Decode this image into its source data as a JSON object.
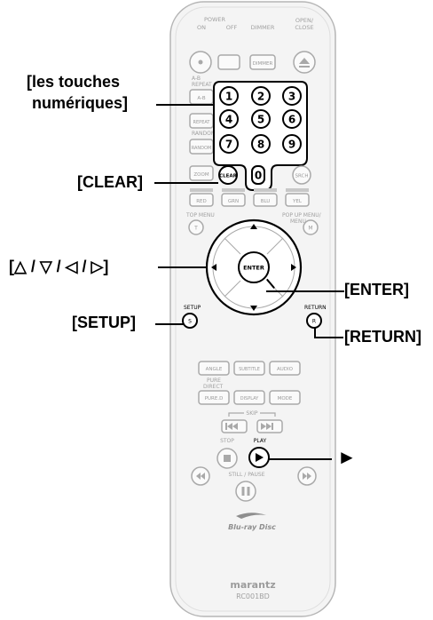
{
  "callouts": {
    "numeric_line1": "[les touches",
    "numeric_line2": "numériques]",
    "clear": "[CLEAR]",
    "arrows": "[△ / ▽ / ◁ / ▷]",
    "enter": "[ENTER]",
    "setup": "[SETUP]",
    "return": "[RETURN]",
    "play": "►"
  },
  "remote": {
    "row1_captions": [
      "ON",
      "POWER",
      "OFF",
      "DIMMER",
      "OPEN/",
      "CLOSE"
    ],
    "dimmer_button": "DIMMER",
    "ab_caption": "A-B",
    "repeat_caption": "REPEAT",
    "ab_button": "A-B",
    "repeat_button": "REPEAT",
    "random_caption": "RANDOM",
    "random_button": "RANDOM",
    "digits": [
      "1",
      "2",
      "3",
      "4",
      "5",
      "6",
      "7",
      "8",
      "9",
      "0"
    ],
    "zoom_button": "ZOOM",
    "clear_button": "CLEAR",
    "search_button": "SRCH",
    "color_buttons": [
      "RED",
      "GRN",
      "BLU",
      "YEL"
    ],
    "top_menu_caption": "TOP MENU",
    "top_menu_button": "T",
    "popup_menu_caption": "POP UP MENU/",
    "popup_menu_caption2": "MENU",
    "popup_menu_button": "M",
    "enter_button": "ENTER",
    "setup_caption": "SETUP",
    "setup_button": "S",
    "return_caption": "RETURN",
    "return_button": "R",
    "angle_button": "ANGLE",
    "subtitle_button": "SUBTITLE",
    "audio_button": "AUDIO",
    "pure_direct_caption": "PURE",
    "pure_direct_caption2": "DIRECT",
    "pure_d_button": "PURE.D",
    "display_button": "DISPLAY",
    "mode_button": "MODE",
    "skip_caption": "SKIP",
    "stop_caption": "STOP",
    "play_caption": "PLAY",
    "still_pause_caption": "STILL / PAUSE",
    "bluray_logo": "Blu-ray Disc",
    "brand": "marantz",
    "model": "RC001BD"
  },
  "colors": {
    "body_fill": "#f4f4f4",
    "body_stroke": "#b5b5b5",
    "key_stroke": "#a9a9a9",
    "key_text": "#9a9a9a",
    "highlight": "#000000"
  }
}
